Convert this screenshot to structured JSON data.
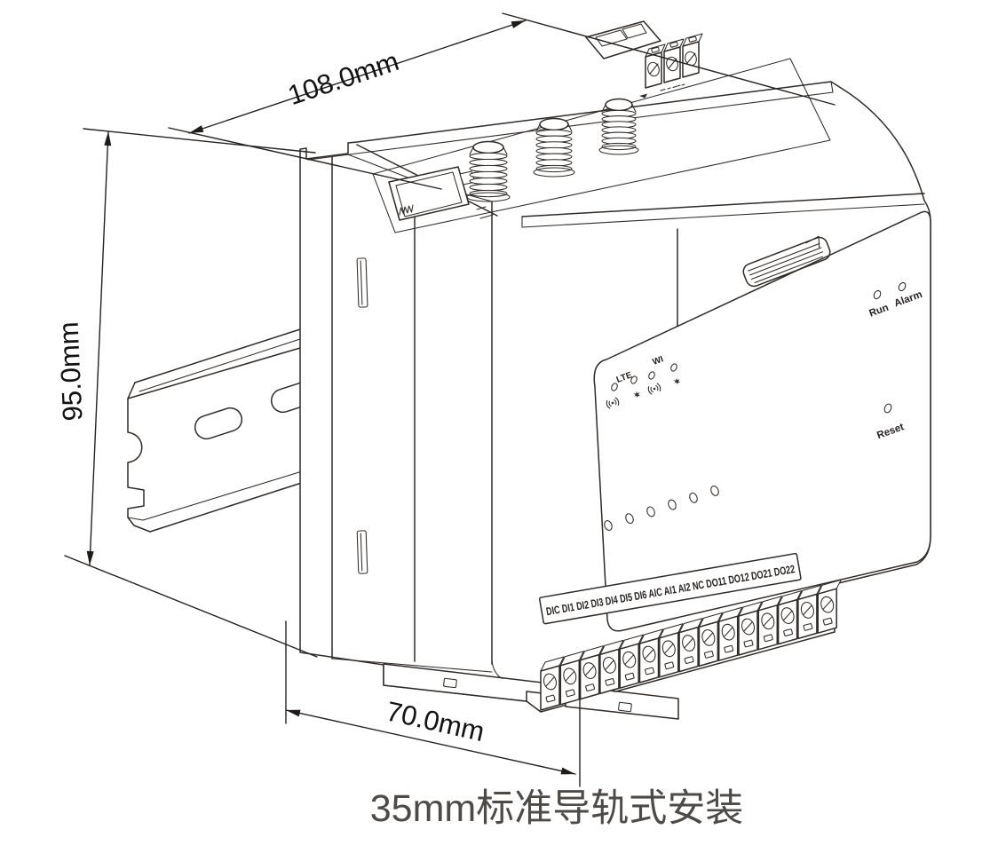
{
  "caption": "35mm标准导轨式安装",
  "dimensions": {
    "width_label": "108.0mm",
    "height_label": "95.0mm",
    "depth_label": "70.0mm"
  },
  "front_panel": {
    "run_label": "Run",
    "alarm_label": "Alarm",
    "reset_label": "Reset",
    "radio_groups": [
      {
        "label": "LTE"
      },
      {
        "label": "WI"
      }
    ],
    "status_led_count": 6
  },
  "terminals": {
    "labels": [
      "DIC",
      "DI1",
      "DI2",
      "DI3",
      "DI4",
      "DI5",
      "DI6",
      "AIC",
      "AI1",
      "AI2",
      "NC",
      "DO11",
      "DO12",
      "DO21",
      "DO22"
    ]
  },
  "top_ports": {
    "antenna_count": 3,
    "power_terminal_pins": 3,
    "ethernet_ports": 1
  },
  "mount": {
    "rail_slot_count": 2
  },
  "colors": {
    "line": "#2f2a26",
    "dimension_text": "#121212",
    "caption_text": "#4e4a47",
    "background": "#ffffff"
  }
}
